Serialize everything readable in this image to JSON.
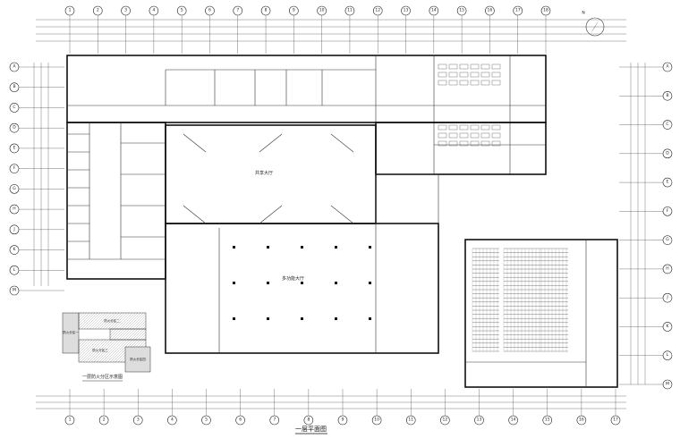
{
  "drawing": {
    "title": "一层平面图",
    "inset_title": "一层防火分区示意图",
    "north_label": "N"
  },
  "axes": {
    "top": [
      "1",
      "2",
      "3",
      "4",
      "5",
      "6",
      "7",
      "8",
      "9",
      "10",
      "11",
      "12",
      "13",
      "14",
      "15",
      "16",
      "17",
      "18"
    ],
    "bottom": [
      "1",
      "2",
      "3",
      "4",
      "5",
      "6",
      "7",
      "8",
      "9",
      "10",
      "11",
      "12",
      "13",
      "14",
      "15",
      "16",
      "17"
    ],
    "left": [
      "A",
      "B",
      "C",
      "D",
      "E",
      "F",
      "G",
      "H",
      "J",
      "K",
      "L",
      "M"
    ],
    "right": [
      "A",
      "B",
      "C",
      "D",
      "E",
      "F",
      "G",
      "H",
      "J",
      "K",
      "L",
      "M"
    ]
  },
  "rooms": {
    "atrium": "共享大厅",
    "hall": "多功能大厅"
  },
  "inset": {
    "zones": [
      "防火分区一",
      "防火分区二",
      "防火分区三",
      "防火分区四"
    ]
  }
}
